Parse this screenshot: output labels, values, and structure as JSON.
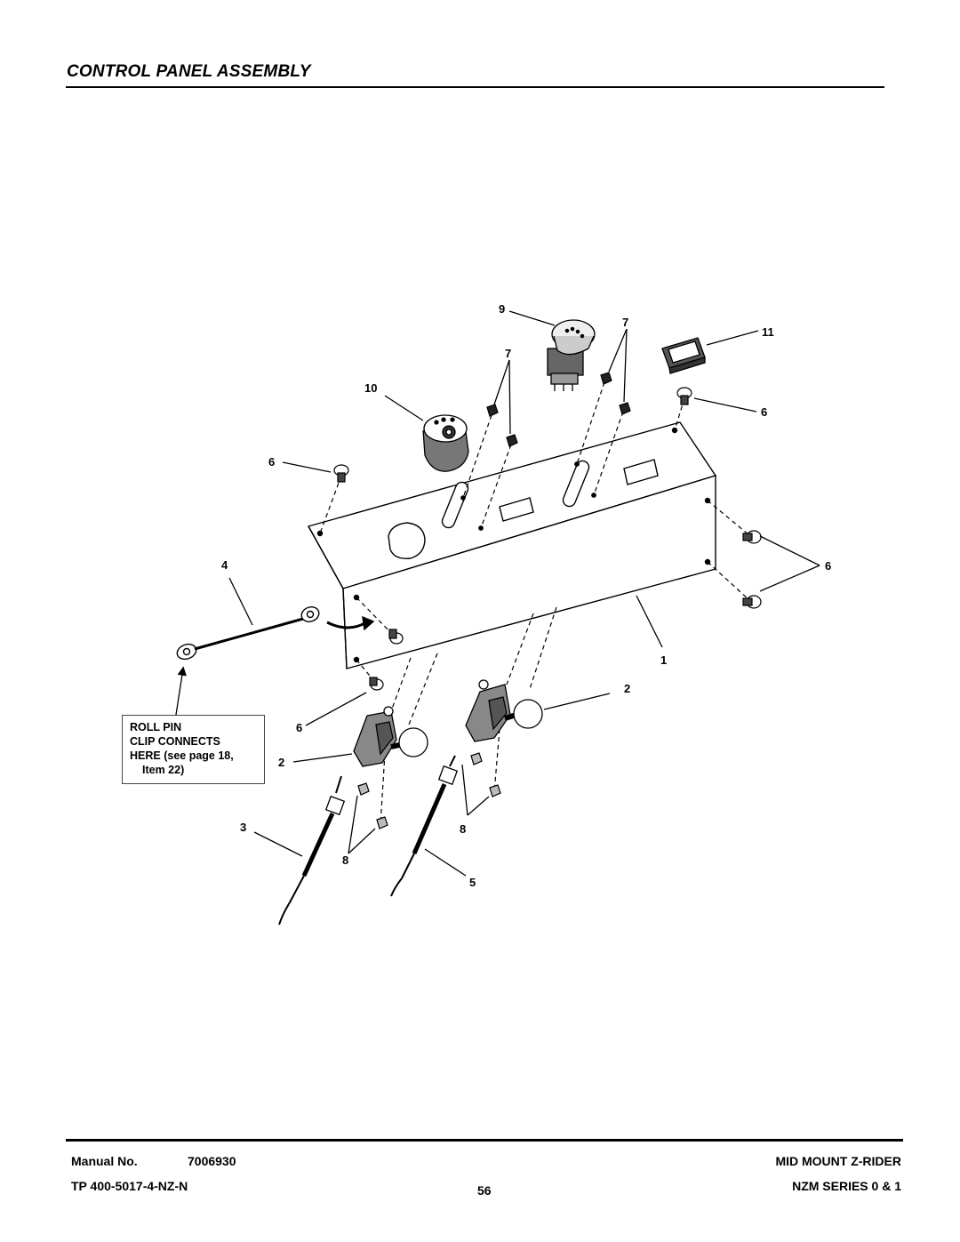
{
  "page": {
    "title": "CONTROL PANEL ASSEMBLY"
  },
  "diagram": {
    "callouts": {
      "c1": "1",
      "c2a": "2",
      "c2b": "2",
      "c3": "3",
      "c4": "4",
      "c5": "5",
      "c6a": "6",
      "c6b": "6",
      "c6c": "6",
      "c6d": "6",
      "c7a": "7",
      "c7b": "7",
      "c8a": "8",
      "c8b": "8",
      "c9": "9",
      "c10": "10",
      "c11": "11"
    },
    "note": {
      "line1": "ROLL PIN",
      "line2": "CLIP CONNECTS",
      "line3": "HERE (see page 18,",
      "line4": "Item 22)"
    }
  },
  "footer": {
    "manual_label": "Manual No.",
    "manual_number": "7006930",
    "tp_code": "TP 400-5017-4-NZ-N",
    "page_number": "56",
    "product": "MID MOUNT Z-RIDER",
    "series": "NZM SERIES 0 & 1"
  }
}
